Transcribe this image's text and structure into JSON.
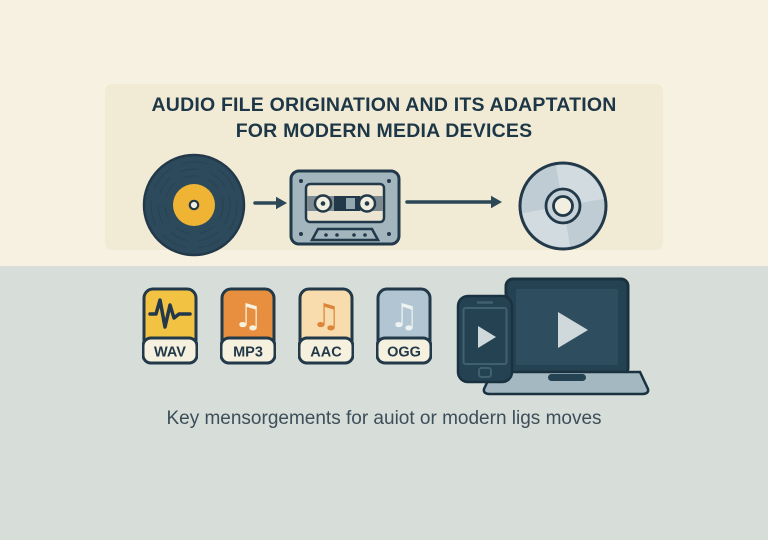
{
  "title": {
    "line1": "AUDIO FILE ORIGINATION AND ITS ADAPTATION",
    "line2": "FOR MODERN MEDIA DEVICES"
  },
  "flow": {
    "steps": [
      "vinyl-record",
      "cassette-tape",
      "compact-disc"
    ]
  },
  "music_note_char": "♫",
  "formats": [
    {
      "label": "WAV",
      "bg": "#F2C343",
      "glyph": "waveform",
      "glyph_color": "#23384A"
    },
    {
      "label": "MP3",
      "bg": "#E78F3F",
      "glyph": "music-note",
      "glyph_color": "#F7F1E0"
    },
    {
      "label": "AAC",
      "bg": "#F8DCAE",
      "glyph": "music-note",
      "glyph_color": "#DD8538"
    },
    {
      "label": "OGG",
      "bg": "#B1C6D2",
      "glyph": "music-note",
      "glyph_color": "#EDF2F2"
    }
  ],
  "devices": [
    "smartphone",
    "laptop"
  ],
  "caption": "Key mensorgements for auiot or modern ligs moves",
  "colors": {
    "top_background": "#F6F1E0",
    "panel_background": "#F1EBD6",
    "bottom_background": "#D7DDD8",
    "ink": "#22394A",
    "title_text": "#1E3747",
    "caption_text": "#3C4E59",
    "vinyl_disc": "#2D4A5C",
    "vinyl_label": "#F0B434",
    "cassette_body": "#A3B6BE",
    "cassette_label": "#ECE5D1",
    "cd_body": "#BFCCD3",
    "device_dark": "#254252",
    "laptop_base": "#A3B8C1",
    "play_triangle": "#CFD9DB",
    "label_band": "#F6F1DE"
  }
}
